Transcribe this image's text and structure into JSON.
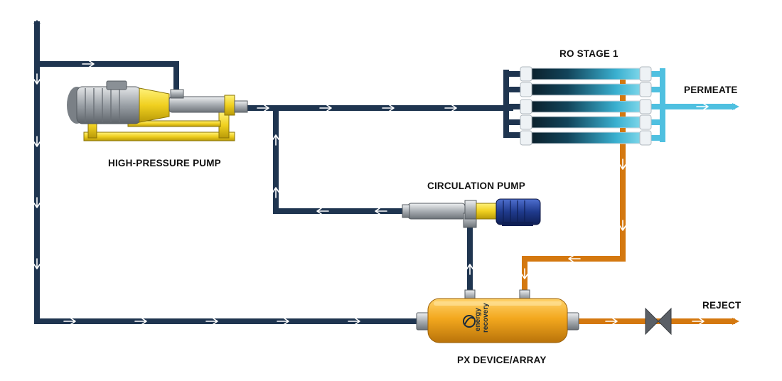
{
  "labels": {
    "hp_pump": "HIGH-PRESSURE PUMP",
    "ro_stage": "RO STAGE 1",
    "permeate": "PERMEATE",
    "circulation_pump": "CIRCULATION PUMP",
    "reject": "REJECT",
    "px_device": "PX DEVICE/ARRAY"
  },
  "logo": {
    "line1": "energy",
    "line2": "recovery"
  },
  "colors": {
    "feed_pipe": "#1f3550",
    "brine_pipe": "#d4780f",
    "permeate_pipe": "#4fc0e0",
    "px_body": "#f3a81e",
    "hp_pump_yellow": "#f0d020",
    "motor_blue": "#1f3a8c",
    "valve": "#5a5f66"
  },
  "icons": {
    "hp_pump": "high-pressure-pump-icon",
    "circulation_pump": "circulation-pump-icon",
    "px_device": "px-pressure-exchanger-icon",
    "ro_membranes": "ro-membrane-vessels-icon",
    "valve": "reject-valve-icon",
    "flow_arrow": "flow-arrow-icon"
  }
}
